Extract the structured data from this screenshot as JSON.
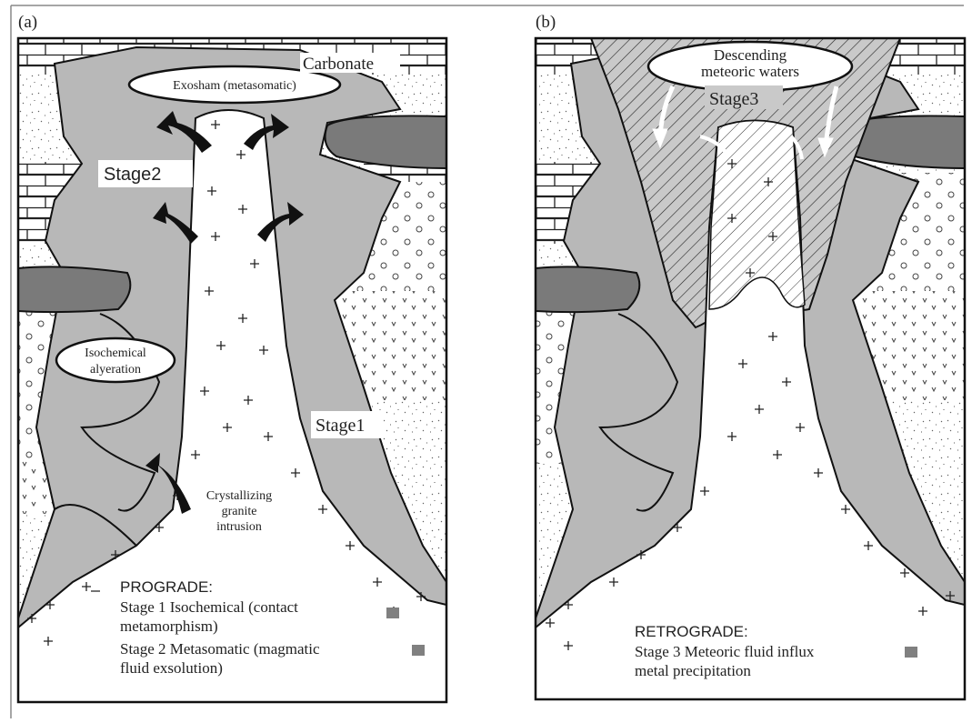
{
  "panel_a": {
    "label": "(a)",
    "carbonate": "Carbonate",
    "exoskarn": "Exosham (metasomatic)",
    "stage2": "Stage2",
    "stage1": "Stage1",
    "isochemical_line1": "Isochemical",
    "isochemical_line2": "alyeration",
    "crystallizing_line1": "Crystallizing",
    "crystallizing_line2": "granite",
    "crystallizing_line3": "intrusion",
    "legend_title": "PROGRADE:",
    "legend_line1": "Stage 1 Isochemical (contact",
    "legend_line2": "metamorphism)",
    "legend_line3": "Stage 2 Metasomatic (magmatic",
    "legend_line4": "fluid exsolution)"
  },
  "panel_b": {
    "label": "(b)",
    "descending_line1": "Descending",
    "descending_line2": "meteoric waters",
    "stage3": "Stage3",
    "legend_title": "RETROGRADE:",
    "legend_line1": "Stage 3 Meteoric fluid influx",
    "legend_line2": "metal precipitation"
  },
  "colors": {
    "skarn_gray": "#b8b8b8",
    "dark_gray": "#7a7a7a",
    "marker_gray": "#808080",
    "outline": "#111111"
  }
}
